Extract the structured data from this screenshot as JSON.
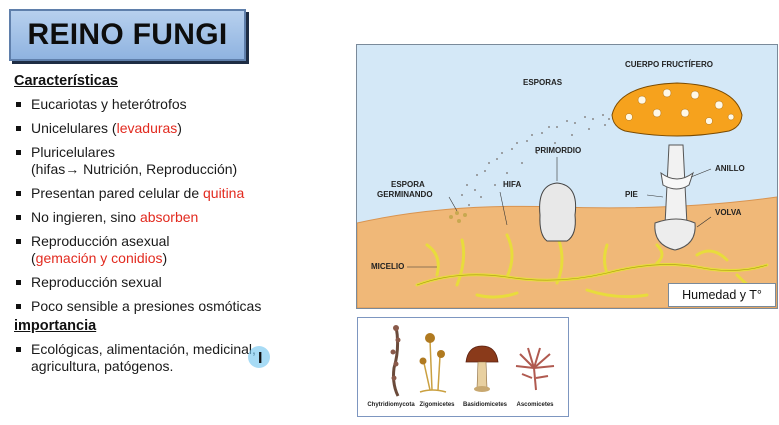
{
  "title": "REINO FUNGI",
  "caracteristicas": {
    "heading": "Características",
    "items": [
      {
        "a": "Eucariotas y heterótrofos",
        "b": "",
        "c": ""
      },
      {
        "a": "Unicelulares (",
        "b": "levaduras",
        "c": ")"
      },
      {
        "a": " Pluricelulares",
        "b": "",
        "c": ""
      },
      {
        "a": "Presentan pared celular de ",
        "b": "quitina",
        "c": ""
      },
      {
        "a": "No ingieren, sino ",
        "b": "absorben",
        "c": ""
      },
      {
        "a": "Reproducción asexual",
        "b": "",
        "c": ""
      },
      {
        "a": "Reproducción sexual",
        "b": "",
        "c": ""
      },
      {
        "a": "Poco sensible a presiones osmóticas",
        "b": "",
        "c": ""
      }
    ],
    "pluri_sub": "(hifas→ Nutrición, Reproducción)",
    "asexual_sub_open": "(",
    "asexual_sub_red": "gemación y conidios",
    "asexual_sub_close": ")"
  },
  "importancia": {
    "heading": "importancia",
    "line1": "Ecológicas, alimentación, medicinal,",
    "line2": "agricultura, patógenos."
  },
  "diagram": {
    "labels": {
      "esporas": "ESPORAS",
      "cuerpo": "CUERPO FRUCTÍFERO",
      "primordio": "PRIMORDIO",
      "espora_g1": "ESPORA",
      "espora_g2": "GERMINANDO",
      "hifa": "HIFA",
      "anillo": "ANILLO",
      "pie": "PIE",
      "volva": "VOLVA",
      "micelio": "MICELIO"
    },
    "humedad": "Humedad y T°",
    "colors": {
      "sky": "#d4e8f7",
      "soil": "#f0b878",
      "cap": "#f6a21d",
      "hypha": "#e8dc3c"
    }
  },
  "groups": {
    "labels": [
      "Chytridiomycota",
      "Zigomicetes",
      "Basidiomicetes",
      "Ascomicetes"
    ]
  }
}
